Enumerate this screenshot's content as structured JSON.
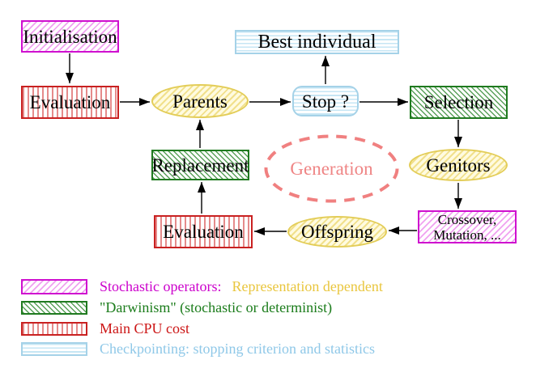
{
  "diagram": {
    "nodes": {
      "initialisation": "Initialisation",
      "evaluation_top": "Evaluation",
      "parents": "Parents",
      "best_individual": "Best individual",
      "stop": "Stop ?",
      "selection": "Selection",
      "genitors": "Genitors",
      "crossover_line1": "Crossover,",
      "crossover_line2": "Mutation, ...",
      "offspring": "Offspring",
      "evaluation_bottom": "Evaluation",
      "replacement": "Replacement",
      "generation": "Generation"
    },
    "legend": {
      "items": [
        {
          "swatch_icon": "magenta-diagonal-hatch-swatch",
          "label": "Stochastic operators:",
          "label2": "Representation dependent",
          "label_color": "#cc00cc",
          "label2_color": "#e9c63e"
        },
        {
          "swatch_icon": "green-diagonal-hatch-swatch",
          "label": "\"Darwinism\" (stochastic or determinist)",
          "label_color": "#1b7c1b"
        },
        {
          "swatch_icon": "red-vertical-stripe-swatch",
          "label": "Main CPU cost",
          "label_color": "#cc1616"
        },
        {
          "swatch_icon": "cyan-horizontal-stripe-swatch",
          "label": "Checkpointing: stopping criterion and statistics",
          "label_color": "#8fc8e8"
        }
      ]
    },
    "colors": {
      "stochastic_magenta_border": "#cf10cf",
      "darwinism_green_border": "#1f7a1f",
      "cpu_red_border": "#c92121",
      "checkpoint_cyan_border": "#a5d2e8",
      "operator_yellow_border": "#e3cd58",
      "generation_coral": "#f08080",
      "arrow_black": "#000000",
      "background": "#ffffff"
    }
  }
}
